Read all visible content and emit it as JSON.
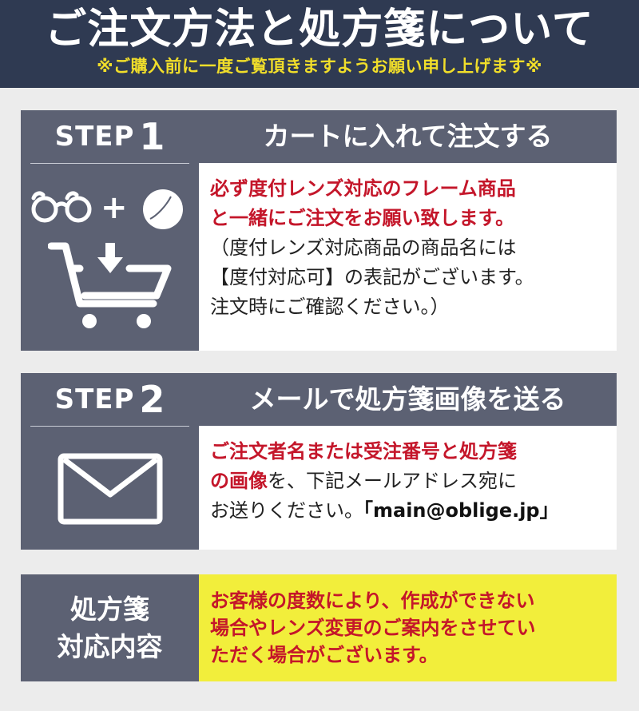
{
  "header": {
    "title": "ご注文方法と処方箋について",
    "subtitle": "※ご購入前に一度ご覧頂きますようお願い申し上げます※"
  },
  "step1": {
    "label_word": "STEP",
    "label_num": "1",
    "heading": "カートに入れて注文する",
    "plus": "+",
    "icons": [
      "glasses-icon",
      "lens-icon",
      "down-arrow-icon",
      "shopping-cart-icon"
    ],
    "lines": [
      {
        "text": "必ず度付レンズ対応のフレーム商品",
        "style": "red"
      },
      {
        "text": "と一緒にご注文をお願い致します。",
        "style": "red"
      },
      {
        "text": "（度付レンズ対応商品の商品名には",
        "style": "normal"
      },
      {
        "text": "【度付対応可】の表記がございます。",
        "style": "normal"
      },
      {
        "text": "注文時にご確認ください。）",
        "style": "normal"
      }
    ]
  },
  "step2": {
    "label_word": "STEP",
    "label_num": "2",
    "heading": "メールで処方箋画像を送る",
    "icons": [
      "envelope-icon"
    ],
    "line1": "ご注文者名または受注番号と処方箋",
    "line2_red": "の画像",
    "line2_rest": "を、下記メールアドレス宛に",
    "line3_pre": "お送りください。",
    "email": "「main@oblige.jp」"
  },
  "step3": {
    "label_line1": "処方箋",
    "label_line2": "対応内容",
    "lines": [
      "お客様の度数により、作成ができない",
      "場合やレンズ変更のご案内をさせてい",
      "ただく場合がございます。"
    ]
  },
  "colors": {
    "header_bg": "#2f3a52",
    "subtitle": "#f1de2a",
    "panel": "#5c6173",
    "red_text": "#c4162a",
    "note_bg": "#f2ee3b",
    "page_bg": "#ececec"
  }
}
